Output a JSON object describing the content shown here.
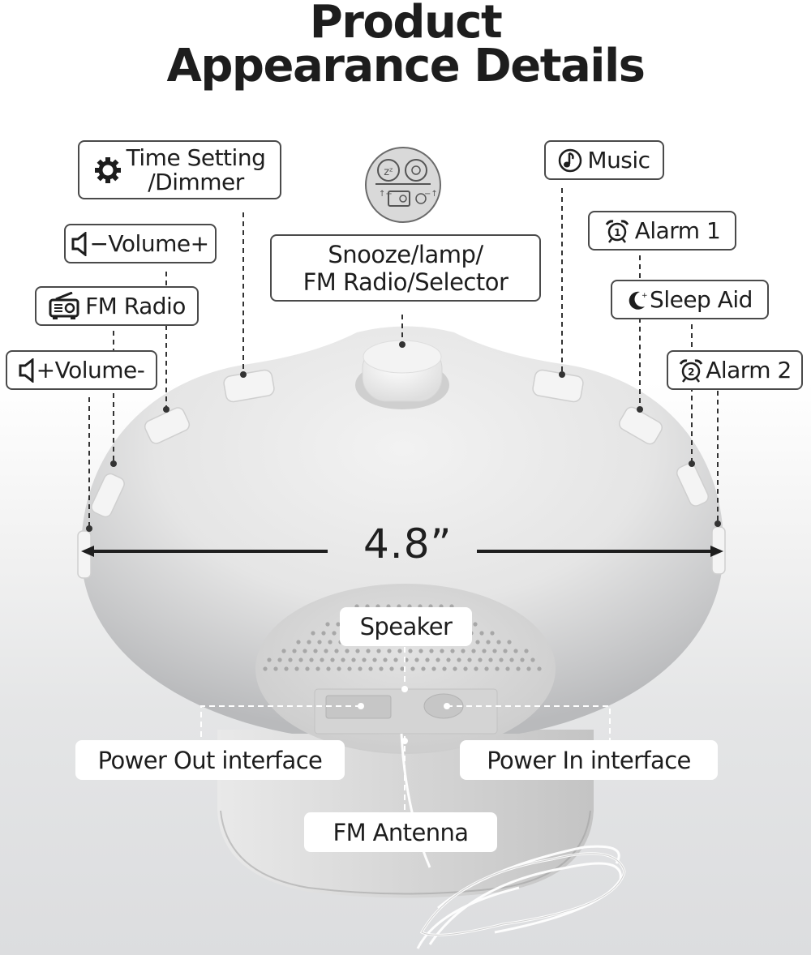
{
  "title": {
    "line1": "Product",
    "line2": "Appearance Details"
  },
  "callouts": {
    "time_setting": {
      "line1": "Time Setting",
      "line2": "/Dimmer",
      "icon": "gear-icon"
    },
    "volume_minus_plus": {
      "label": "−Volume+",
      "icon": "speaker-icon"
    },
    "fm_radio": {
      "label": "FM Radio",
      "icon": "radio-icon"
    },
    "volume_plus_minus": {
      "label": "+Volume-",
      "icon": "speaker-icon"
    },
    "selector": {
      "line1": "Snooze/lamp/",
      "line2": "FM Radio/Selector",
      "icon": "selector-knob-icon"
    },
    "music": {
      "label": "Music",
      "icon": "music-note-icon"
    },
    "alarm1": {
      "label": "Alarm 1",
      "icon": "alarm-clock-1-icon"
    },
    "sleep_aid": {
      "label": "Sleep Aid",
      "icon": "moon-icon"
    },
    "alarm2": {
      "label": "Alarm 2",
      "icon": "alarm-clock-2-icon"
    }
  },
  "dimension": {
    "value": "4.8”"
  },
  "ports": {
    "speaker": "Speaker",
    "power_out": "Power Out interface",
    "power_in": "Power In interface",
    "fm_antenna": "FM Antenna"
  },
  "colors": {
    "text": "#1d1d1d",
    "callout_border": "#4a4a4a",
    "device_body": "#e6e6e6",
    "background_bottom": "#dcdddf"
  }
}
